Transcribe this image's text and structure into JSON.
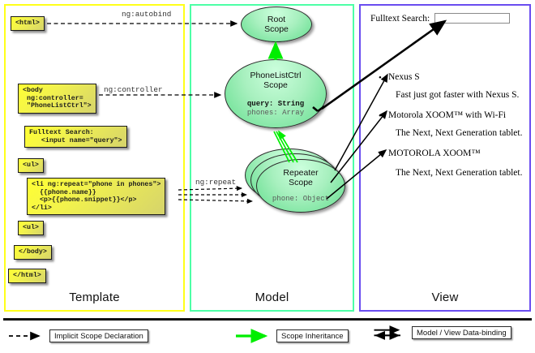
{
  "diagram": {
    "title": "AngularJS Template / Model / View scope diagram",
    "colors": {
      "template_border": "#ffff1a",
      "model_border": "#4dffa6",
      "view_border": "#6a4df0",
      "code_box_fill": "#ffff33",
      "scope_fill": "#63de8e",
      "inheritance_arrow": "#00ee00",
      "declaration_arrow": "#000000"
    }
  },
  "columns": {
    "template": {
      "label": "Template"
    },
    "model": {
      "label": "Model"
    },
    "view": {
      "label": "View"
    }
  },
  "template": {
    "boxes": [
      {
        "name": "html-open",
        "code": "<html>"
      },
      {
        "name": "body-open",
        "code": "<body\n ng:controller=\n \"PhoneListCtrl\">"
      },
      {
        "name": "fulltext-search",
        "code": "Fulltext Search:\n   <input name=\"query\">"
      },
      {
        "name": "ul-open",
        "code": "<ul>"
      },
      {
        "name": "li-repeat",
        "code": "<li ng:repeat=\"phone in phones\">\n  {{phone.name}}\n  <p>{{phone.snippet}}</p>\n</li>"
      },
      {
        "name": "ul-close",
        "code": "<ul>"
      },
      {
        "name": "body-close",
        "code": "</body>"
      },
      {
        "name": "html-close",
        "code": "</html>"
      }
    ]
  },
  "connectors": {
    "autobind": "ng:autobind",
    "controller": "ng:controller",
    "repeat": "ng:repeat"
  },
  "model": {
    "scopes": [
      {
        "name": "root-scope",
        "title_line1": "Root",
        "title_line2": "Scope",
        "properties": []
      },
      {
        "name": "phonelistctrl-scope",
        "title_line1": "PhoneListCtrl",
        "title_line2": "Scope",
        "properties": [
          {
            "text": "query: String",
            "emphasis": "strong"
          },
          {
            "text": "phones: Array",
            "emphasis": "dim"
          }
        ]
      },
      {
        "name": "repeater-scope",
        "title_line1": "Repeater",
        "title_line2": "Scope",
        "properties": [
          {
            "text": "phone: Object",
            "emphasis": "dim"
          }
        ]
      }
    ]
  },
  "view": {
    "search": {
      "label": "Fulltext Search:",
      "value": "",
      "placeholder": ""
    },
    "items": [
      {
        "name": "Nexus S",
        "snippet": "Fast just got faster with Nexus S."
      },
      {
        "name": "Motorola XOOM™  with Wi-Fi",
        "snippet": "The Next, Next Generation tablet."
      },
      {
        "name": "MOTOROLA XOOM™",
        "snippet": "The Next, Next Generation tablet."
      }
    ],
    "bullet": "•"
  },
  "legend": {
    "items": [
      {
        "name": "implicit-scope-declaration",
        "label": "Implicit Scope Declaration",
        "style": "dashed-black-arrow"
      },
      {
        "name": "scope-inheritance",
        "label": "Scope Inheritance",
        "style": "solid-green-arrow"
      },
      {
        "name": "model-view-data-binding",
        "label": "Model / View Data-binding",
        "style": "double-black-arrow"
      }
    ]
  }
}
